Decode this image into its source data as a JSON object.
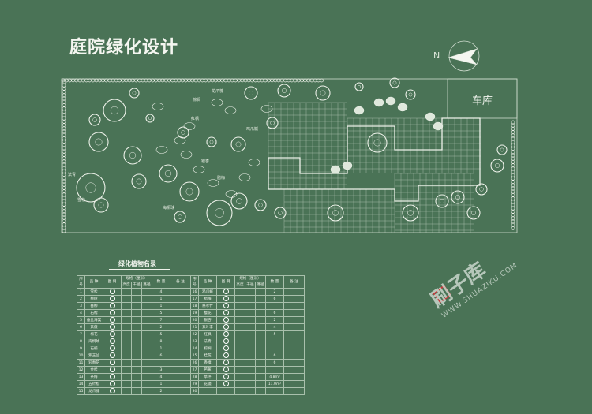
{
  "title": "庭院绿化设计",
  "compass": {
    "label": "N",
    "icon": "north-arrow-icon"
  },
  "garage_label": "车库",
  "plan_labels": [
    "法青",
    "雪松",
    "红枫",
    "棕榈",
    "鸡爪槭",
    "龙爪槐",
    "银杏",
    "海桐球",
    "腊梅"
  ],
  "table": {
    "title": "绿化植物名录",
    "headers": {
      "no": "序号",
      "name": "品 种",
      "legend": "图 例",
      "spec": "规格（厘米）",
      "height": "高度",
      "trunk": "干径",
      "crown": "蓬径",
      "qty": "数 量",
      "note": "备 注"
    },
    "rows": [
      {
        "no": "1",
        "name": "雪松",
        "qty": "4"
      },
      {
        "no": "2",
        "name": "柳树",
        "qty": "1"
      },
      {
        "no": "3",
        "name": "垂柳",
        "qty": "1"
      },
      {
        "no": "4",
        "name": "石榴",
        "qty": "5"
      },
      {
        "no": "5",
        "name": "垂丝海棠",
        "qty": "7"
      },
      {
        "no": "6",
        "name": "紫薇",
        "qty": "2"
      },
      {
        "no": "7",
        "name": "梅花",
        "qty": "5"
      },
      {
        "no": "8",
        "name": "海桐球",
        "qty": "8"
      },
      {
        "no": "9",
        "name": "石楠",
        "qty": "1"
      },
      {
        "no": "10",
        "name": "紫玉兰",
        "qty": "6"
      },
      {
        "no": "11",
        "name": "迎春花",
        "qty": ""
      },
      {
        "no": "12",
        "name": "金桂",
        "qty": "3"
      },
      {
        "no": "13",
        "name": "茶梅",
        "qty": "4"
      },
      {
        "no": "14",
        "name": "五针松",
        "qty": "1"
      },
      {
        "no": "15",
        "name": "龙爪槐",
        "qty": "2"
      },
      {
        "no": "16",
        "name": "鸡爪槭",
        "qty": "2"
      },
      {
        "no": "17",
        "name": "腊梅",
        "qty": "6"
      },
      {
        "no": "18",
        "name": "慈孝竹",
        "qty": ""
      },
      {
        "no": "19",
        "name": "樱花",
        "qty": "6"
      },
      {
        "no": "20",
        "name": "银杏",
        "qty": "2"
      },
      {
        "no": "21",
        "name": "紫叶李",
        "qty": "4"
      },
      {
        "no": "22",
        "name": "红枫",
        "qty": "5"
      },
      {
        "no": "23",
        "name": "法青",
        "qty": ""
      },
      {
        "no": "24",
        "name": "棕榈",
        "qty": ""
      },
      {
        "no": "25",
        "name": "桂花",
        "qty": "6"
      },
      {
        "no": "26",
        "name": "香樟",
        "qty": "6"
      },
      {
        "no": "27",
        "name": "芭蕉",
        "qty": ""
      },
      {
        "no": "28",
        "name": "草坪",
        "qty": "4.8m²"
      },
      {
        "no": "29",
        "name": "花镜",
        "qty": "11.0m²"
      },
      {
        "no": "30",
        "name": "",
        "qty": ""
      }
    ]
  },
  "watermark": {
    "text": "刷子库",
    "url": "WWW.SHUAZIKU.COM",
    "color": "#c23b3b"
  },
  "colors": {
    "background": "#4a7356",
    "lines": "#eef2ea"
  }
}
